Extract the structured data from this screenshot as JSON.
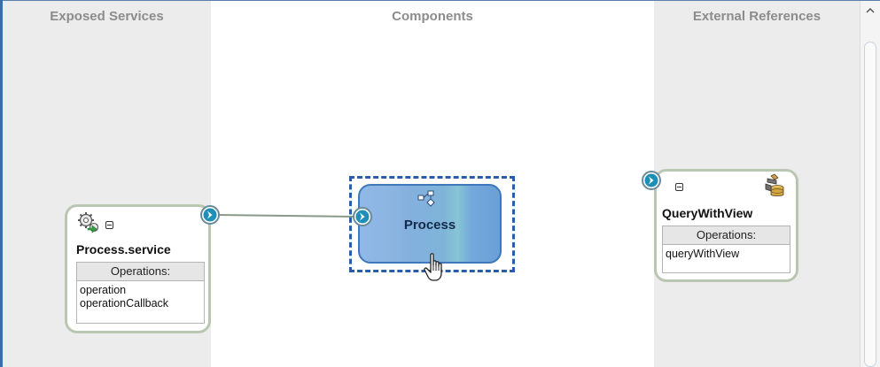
{
  "columns": {
    "exposed_services": "Exposed Services",
    "components": "Components",
    "external_references": "External References"
  },
  "service_card": {
    "title": "Process.service",
    "operations_header": "Operations:",
    "operations": [
      "operation",
      "operationCallback"
    ]
  },
  "component": {
    "title": "Process"
  },
  "reference_card": {
    "title": "QueryWithView",
    "operations_header": "Operations:",
    "operations": [
      "queryWithView"
    ]
  },
  "colors": {
    "wire": "#8a9a8a",
    "card_border": "#b9c7b2",
    "selection": "#2b5ca8",
    "chevron": "#1f8fb8"
  },
  "icons": {
    "service": "gears-icon",
    "component": "bpel-process-icon",
    "reference": "database-adapter-icon",
    "cursor": "hand-cursor-icon"
  }
}
